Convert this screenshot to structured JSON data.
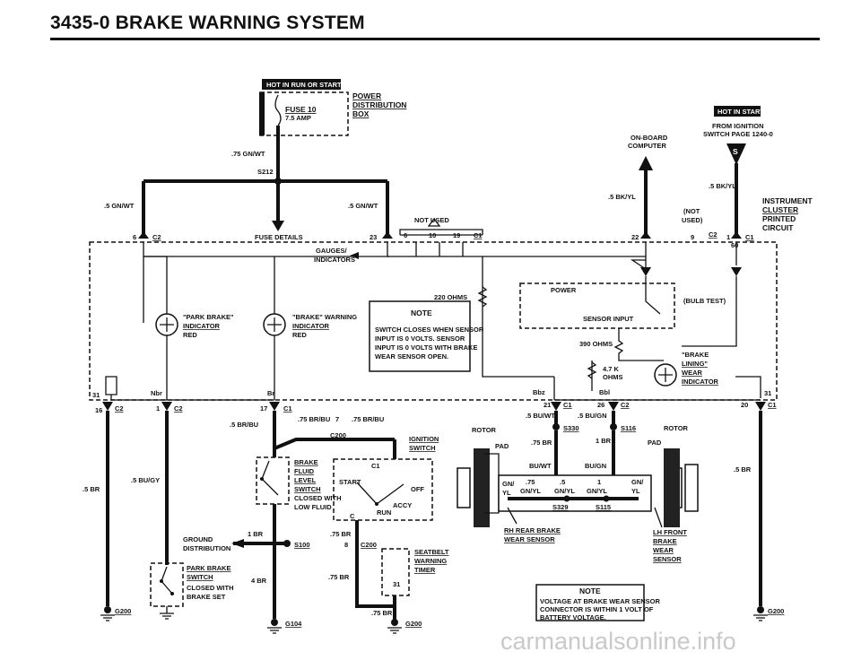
{
  "header": {
    "title": "3435-0   BRAKE WARNING SYSTEM"
  },
  "badges": {
    "hot_run_start": "HOT IN RUN OR START",
    "hot_start": "HOT IN START"
  },
  "fuse": {
    "name": "FUSE 10",
    "rating": "7.5 AMP",
    "box_line1": "POWER",
    "box_line2": "DISTRIBUTION",
    "box_line3": "BOX"
  },
  "wires": {
    "w_75gnwt": ".75 GN/WT",
    "splice_s212": "S212",
    "w_5gnwt_left": ".5 GN/WT",
    "w_5gnwt_right": ".5 GN/WT",
    "fuse_details": "FUSE DETAILS",
    "not_used": "NOT USED",
    "w_5bkyl_left": ".5 BK/YL",
    "w_5bkyl_right": ".5 BK/YL",
    "w_5brbu": ".5 BR/BU",
    "w_75brbu_a": ".75 BR/BU",
    "w_75brbu_b": ".75 BR/BU",
    "w_5buwt": ".5 BU/WT",
    "w_5bugn": ".5 BU/GN",
    "w_75br_a": ".75 BR",
    "w_1br_a": "1 BR",
    "w_5buGY": ".5 BU/GY",
    "w_5br_left": ".5 BR",
    "w_5br_right": ".5 BR",
    "w_1br_b": "1 BR",
    "w_4br": "4 BR",
    "w_75br_b": ".75 BR",
    "w_75br_c": ".75 BR",
    "w_75br_d": ".75 BR",
    "w_buwt": "BU/WT",
    "w_bugn": "BU/GN",
    "w_gnyl": "GN/YL",
    "w_75": ".75",
    "w_5": ".5",
    "w_1": "1",
    "w_gnyl2": "GN/YL",
    "w_gnyl3": "GN/YL",
    "w_gnyl4": "GN/YL",
    "w_gn_slash": "GN/",
    "w_yl": "YL",
    "w_gn_slash2": "GN/",
    "w_yl2": "YL"
  },
  "onboard": {
    "line1": "ON-BOARD",
    "line2": "COMPUTER"
  },
  "ignition_from": {
    "line1": "FROM IGNITION",
    "line2": "SWITCH PAGE 1240-0"
  },
  "s_marker": "S",
  "cluster": {
    "line1": "INSTRUMENT",
    "line2": "CLUSTER",
    "line3": "PRINTED",
    "line4": "CIRCUIT"
  },
  "not_used_right": {
    "line1": "(NOT",
    "line2": "USED)"
  },
  "connectors": {
    "c2_6": "6",
    "c2_label": "C2",
    "p23": "23",
    "p6": "6",
    "p10": "10",
    "p19": "19",
    "c1_label": "C1",
    "p22": "22",
    "p9": "9",
    "c2b": "C2",
    "p1": "1",
    "c1b": "C1",
    "p60": "60",
    "p31_left": "31",
    "p16": "16",
    "c2c": "C2",
    "nbr": "Nbr",
    "p1b": "1",
    "c2d": "C2",
    "br": "Br",
    "p17": "17",
    "c1c": "C1",
    "bbz": "Bbz",
    "p21": "21",
    "c1d": "C1",
    "bbl": "Bbl",
    "p26": "26",
    "c2e": "C2",
    "p31_right": "31",
    "p20": "20",
    "c1e": "C1",
    "p7": "7",
    "c200": "C200",
    "p8": "8",
    "c200b": "C200",
    "p31c": "31"
  },
  "cluster_parts": {
    "gauges": "GAUGES/",
    "indicators": "INDICATORS",
    "ohms220": "220 OHMS",
    "power": "POWER",
    "bulb_test": "(BULB TEST)",
    "sensor_input": "SENSOR INPUT",
    "ohms390": "390 OHMS",
    "ohms47k": "4.7 K",
    "ohms47k_2": "OHMS"
  },
  "indicators": {
    "park_l1": "\"PARK BRAKE\"",
    "park_l2": "INDICATOR",
    "park_l3": "RED",
    "brake_l1": "\"BRAKE\" WARNING",
    "brake_l2": "INDICATOR",
    "brake_l3": "RED",
    "lining_l1": "\"BRAKE",
    "lining_l2": "LINING\"",
    "lining_l3": "WEAR",
    "lining_l4": "INDICATOR"
  },
  "note1": {
    "title": "NOTE",
    "line1": "SWITCH CLOSES WHEN SENSOR",
    "line2": "INPUT IS 0 VOLTS. SENSOR",
    "line3": "INPUT IS 0 VOLTS WITH BRAKE",
    "line4": "WEAR SENSOR OPEN."
  },
  "note2": {
    "title": "NOTE",
    "line1": "VOLTAGE AT BRAKE WEAR SENSOR",
    "line2": "CONNECTOR IS WITHIN 1 VOLT OF",
    "line3": "BATTERY VOLTAGE."
  },
  "splices": {
    "s330": "S330",
    "s116": "S116",
    "s329": "S329",
    "s115": "S115",
    "s100": "S100"
  },
  "rotors": {
    "left": "ROTOR",
    "right": "ROTOR",
    "pad_left": "PAD",
    "pad_right": "PAD"
  },
  "sensors": {
    "rh_l1": "RH REAR BRAKE",
    "rh_l2": "WEAR SENSOR",
    "lh_l1": "LH FRONT",
    "lh_l2": "BRAKE",
    "lh_l3": "WEAR",
    "lh_l4": "SENSOR"
  },
  "fluid_switch": {
    "l1": "BRAKE",
    "l2": "FLUID",
    "l3": "LEVEL",
    "l4": "SWITCH",
    "l5": "CLOSED WITH",
    "l6": "LOW FLUID"
  },
  "ignition_switch": {
    "l1": "IGNITION",
    "l2": "SWITCH",
    "c1": "C1",
    "start": "START",
    "off": "OFF",
    "accy": "ACCY",
    "run": "RUN",
    "c": "C"
  },
  "park_switch": {
    "l1": "PARK BRAKE",
    "l2": "SWITCH",
    "l3": "CLOSED WITH",
    "l4": "BRAKE SET"
  },
  "seatbelt": {
    "l1": "SEATBELT",
    "l2": "WARNING",
    "l3": "TIMER"
  },
  "grounds": {
    "gd_l1": "GROUND",
    "gd_l2": "DISTRIBUTION",
    "g200_left": "G200",
    "g104": "G104",
    "g200_mid": "G200",
    "g200_right": "G200"
  },
  "watermark": "carmanualsonline.info"
}
